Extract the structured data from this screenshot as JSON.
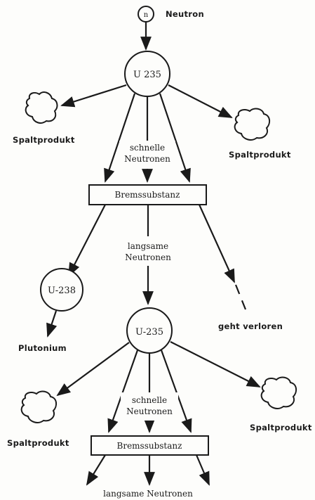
{
  "neutron": {
    "symbol": "n",
    "label": "Neutron"
  },
  "top": {
    "uranium_label": "U 235",
    "left_product": "Spaltprodukt",
    "right_product": "Spaltprodukt",
    "fast_neutrons_line1": "schnelle",
    "fast_neutrons_line2": "Neutronen",
    "moderator": "Bremssubstanz"
  },
  "middle": {
    "slow_neutrons_line1": "langsame",
    "slow_neutrons_line2": "Neutronen",
    "u238_label": "U-238",
    "plutonium": "Plutonium",
    "lost": "geht verloren"
  },
  "bottom": {
    "uranium_label": "U-235",
    "left_product": "Spaltprodukt",
    "right_product": "Spaltprodukt",
    "fast_neutrons_line1": "schnelle",
    "fast_neutrons_line2": "Neutronen",
    "moderator": "Bremssubstanz",
    "slow_neutrons": "langsame Neutronen"
  }
}
